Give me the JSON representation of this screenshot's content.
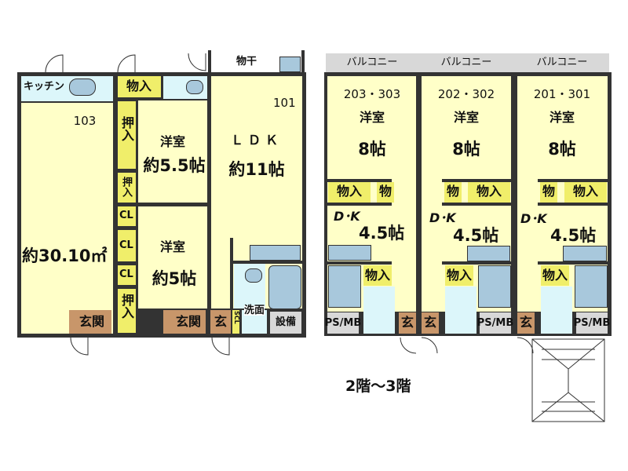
{
  "ground_floor": {
    "unit_103": {
      "number": "103",
      "kitchen": "キッチン",
      "area": "約30.10㎡",
      "entrance": "玄関"
    },
    "unit_102": {
      "storage_top": "物入",
      "closet1": "押入",
      "closet2": "押入",
      "cl1": "CL",
      "cl2": "CL",
      "cl3": "CL",
      "closet3": "押入",
      "room1_label": "洋室",
      "room1_size": "約5.5帖",
      "room2_label": "洋室",
      "room2_size": "約5帖",
      "entrance": "玄関"
    },
    "unit_101": {
      "number": "101",
      "drying": "物干",
      "ldk_label": "ＬＤＫ",
      "ldk_size": "約11帖",
      "entrance": "玄",
      "scl": "SCL",
      "washroom": "洗面",
      "equipment": "設備"
    }
  },
  "upper_floors": {
    "caption": "2階～3階",
    "units": [
      {
        "number": "203・303",
        "balcony": "バルコニー",
        "room_label": "洋室",
        "room_size": "8帖",
        "storage_a": "物入",
        "storage_b": "物",
        "dk_label": "D･K",
        "dk_size": "4.5帖",
        "storage_c": "物入",
        "psmb": "PS/MB",
        "entrance": "玄"
      },
      {
        "number": "202・302",
        "balcony": "バルコニー",
        "room_label": "洋室",
        "room_size": "8帖",
        "storage_a": "物入",
        "storage_b": "物",
        "dk_label": "D･K",
        "dk_size": "4.5帖",
        "storage_c": "物入",
        "psmb": "PS/MB",
        "entrance": "玄"
      },
      {
        "number": "201・301",
        "balcony": "バルコニー",
        "room_label": "洋室",
        "room_size": "8帖",
        "storage_a": "物入",
        "storage_b": "物",
        "dk_label": "D･K",
        "dk_size": "4.5帖",
        "storage_c": "物入",
        "psmb": "PS/MB",
        "entrance": "玄"
      }
    ]
  }
}
